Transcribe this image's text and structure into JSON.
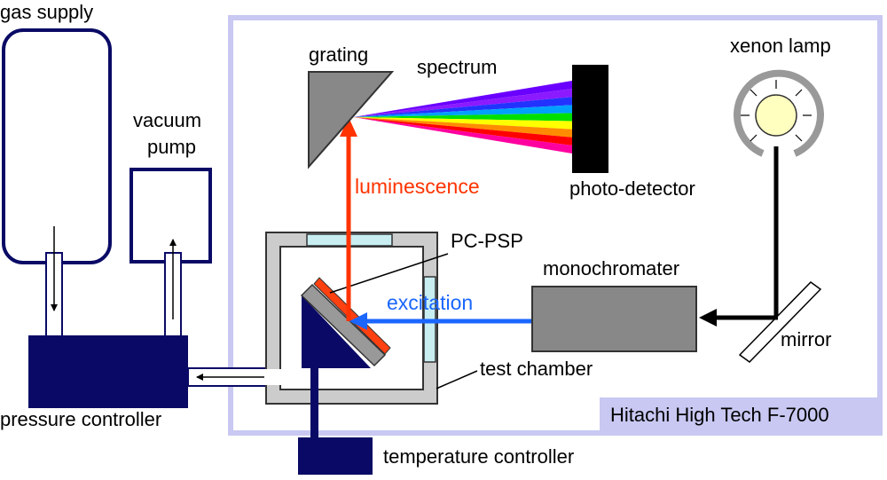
{
  "labels": {
    "gas_supply": "gas supply",
    "vacuum_pump_line1": "vacuum",
    "vacuum_pump_line2": "pump",
    "pressure_controller": "pressure controller",
    "grating": "grating",
    "spectrum": "spectrum",
    "xenon_lamp": "xenon lamp",
    "luminescence": "luminescence",
    "photo_detector": "photo-detector",
    "pc_psp": "PC-PSP",
    "monochromater": "monochromater",
    "excitation": "excitation",
    "mirror": "mirror",
    "test_chamber": "test chamber",
    "instrument": "Hitachi High Tech F-7000",
    "temperature_controller": "temperature controller"
  },
  "colors": {
    "navy": "#0a0a66",
    "instrument_border": "#c8c8f2",
    "chamber_gray": "#cccccc",
    "window_cyan": "#c8eef2",
    "luminescence_arrow": "#ff3300",
    "excitation_arrow": "#1a66ff",
    "psp_coating": "#ff4010",
    "lamp_bulb": "#ffffc0",
    "gray_block": "#888888",
    "spectrum_bands": [
      "#6a00ff",
      "#8c1aff",
      "#2233ff",
      "#00a0ff",
      "#00e000",
      "#ffff00",
      "#ff8c00",
      "#ff0000",
      "#ff00a0"
    ]
  }
}
